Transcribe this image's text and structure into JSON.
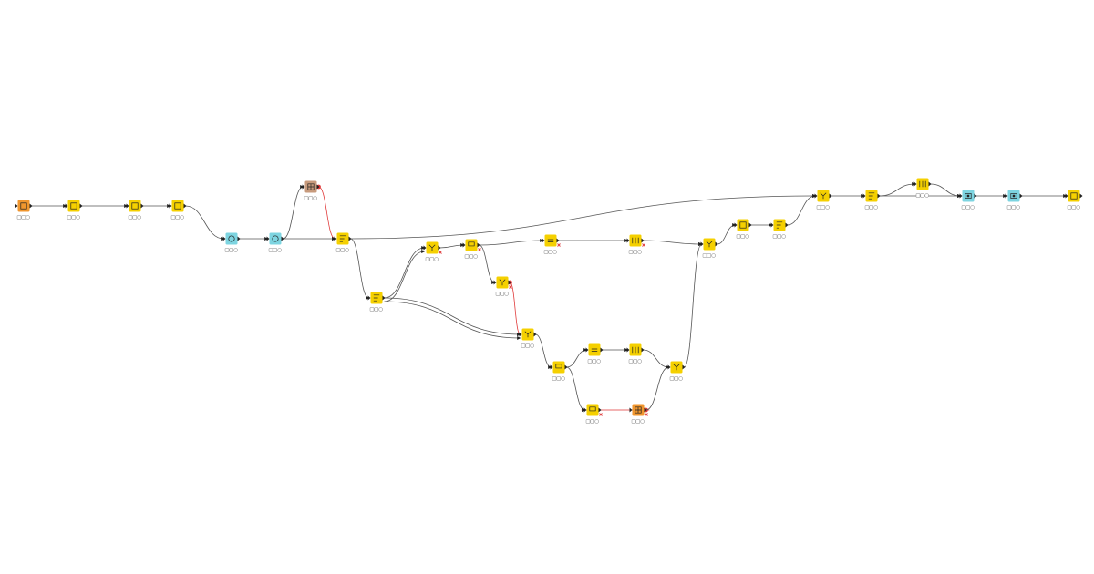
{
  "colors": {
    "manipulator": "#f5d000",
    "source": "#f0962e",
    "learner": "#7dd4e0",
    "visualizer": "#c79a7c",
    "edge": "#555555",
    "edge_inactive": "#e03a3a",
    "status_ok": "#35a36b",
    "status_idle": "#ffffff"
  },
  "nodes": [
    {
      "id": "n1",
      "kind": "source",
      "icon": "file-reader-icon",
      "status": "ok"
    },
    {
      "id": "n2",
      "kind": "manipulator",
      "icon": "column-filter-icon",
      "status": "ok"
    },
    {
      "id": "n3",
      "kind": "manipulator",
      "icon": "column-rename-icon",
      "status": "ok"
    },
    {
      "id": "n4",
      "kind": "manipulator",
      "icon": "row-filter-icon",
      "status": "ok"
    },
    {
      "id": "n5",
      "kind": "learner",
      "icon": "normalizer-icon",
      "status": "ok"
    },
    {
      "id": "n6",
      "kind": "learner",
      "icon": "partitioning-icon",
      "status": "ok"
    },
    {
      "id": "n7",
      "kind": "visualizer",
      "icon": "table-view-icon",
      "status": "ok"
    },
    {
      "id": "n8",
      "kind": "manipulator",
      "icon": "sorter-icon",
      "status": "ok"
    },
    {
      "id": "n9",
      "kind": "manipulator",
      "icon": "splitter-icon",
      "status": "ok"
    },
    {
      "id": "n10",
      "kind": "manipulator",
      "icon": "joiner-icon",
      "status": "warn"
    },
    {
      "id": "n11",
      "kind": "manipulator",
      "icon": "group-by-icon",
      "status": "warn"
    },
    {
      "id": "n12",
      "kind": "manipulator",
      "icon": "joiner-icon",
      "status": "warn"
    },
    {
      "id": "n13",
      "kind": "manipulator",
      "icon": "math-formula-icon",
      "status": "idle"
    },
    {
      "id": "n14",
      "kind": "manipulator",
      "icon": "pivot-icon",
      "status": "idle"
    },
    {
      "id": "n15",
      "kind": "manipulator",
      "icon": "concatenate-icon",
      "status": "ok"
    },
    {
      "id": "n16",
      "kind": "manipulator",
      "icon": "joiner-icon",
      "status": "ok"
    },
    {
      "id": "n17",
      "kind": "manipulator",
      "icon": "group-by-icon",
      "status": "ok"
    },
    {
      "id": "n18",
      "kind": "manipulator",
      "icon": "math-formula-icon",
      "status": "ok"
    },
    {
      "id": "n19",
      "kind": "manipulator",
      "icon": "pivot-icon",
      "status": "ok"
    },
    {
      "id": "n20",
      "kind": "manipulator",
      "icon": "concatenate-icon",
      "status": "ok"
    },
    {
      "id": "n21",
      "kind": "manipulator",
      "icon": "group-by-icon",
      "status": "idle"
    },
    {
      "id": "n22",
      "kind": "source",
      "icon": "table-creator-icon",
      "status": "idle"
    },
    {
      "id": "n23",
      "kind": "manipulator",
      "icon": "row-filter-icon",
      "status": "ok"
    },
    {
      "id": "n24",
      "kind": "manipulator",
      "icon": "column-resorter-icon",
      "status": "ok"
    },
    {
      "id": "n25",
      "kind": "manipulator",
      "icon": "joiner-icon",
      "status": "ok"
    },
    {
      "id": "n26",
      "kind": "manipulator",
      "icon": "column-splitter-icon",
      "status": "ok"
    },
    {
      "id": "n27",
      "kind": "manipulator",
      "icon": "pivot-icon",
      "status": "ok"
    },
    {
      "id": "n28",
      "kind": "learner",
      "icon": "learner-icon",
      "status": "ok"
    },
    {
      "id": "n29",
      "kind": "learner",
      "icon": "predictor-icon",
      "status": "ok"
    },
    {
      "id": "n30",
      "kind": "manipulator",
      "icon": "row-filter-icon",
      "status": "ok"
    }
  ],
  "edges": [
    {
      "from": "n1",
      "to": "n2",
      "active": true
    },
    {
      "from": "n2",
      "to": "n3",
      "active": true
    },
    {
      "from": "n3",
      "to": "n4",
      "active": true
    },
    {
      "from": "n4",
      "to": "n5",
      "active": true
    },
    {
      "from": "n5",
      "to": "n6",
      "active": true
    },
    {
      "from": "n6",
      "to": "n7",
      "active": true
    },
    {
      "from": "n6",
      "to": "n8",
      "active": true
    },
    {
      "from": "n7",
      "to": "n8",
      "active": false
    },
    {
      "from": "n8",
      "to": "n25",
      "active": true
    },
    {
      "from": "n8",
      "to": "n9",
      "active": true
    },
    {
      "from": "n9",
      "to": "n10",
      "active": true
    },
    {
      "from": "n9",
      "to": "n10",
      "active": true
    },
    {
      "from": "n9",
      "to": "n16",
      "active": true
    },
    {
      "from": "n9",
      "to": "n16",
      "active": true
    },
    {
      "from": "n10",
      "to": "n11",
      "active": true
    },
    {
      "from": "n11",
      "to": "n12",
      "active": true
    },
    {
      "from": "n11",
      "to": "n13",
      "active": true
    },
    {
      "from": "n12",
      "to": "n16",
      "active": false
    },
    {
      "from": "n13",
      "to": "n14",
      "active": true
    },
    {
      "from": "n14",
      "to": "n15",
      "active": true
    },
    {
      "from": "n16",
      "to": "n17",
      "active": true
    },
    {
      "from": "n17",
      "to": "n18",
      "active": true
    },
    {
      "from": "n18",
      "to": "n19",
      "active": true
    },
    {
      "from": "n19",
      "to": "n20",
      "active": true
    },
    {
      "from": "n17",
      "to": "n21",
      "active": true
    },
    {
      "from": "n22",
      "to": "n21",
      "active": false
    },
    {
      "from": "n22",
      "to": "n20",
      "active": true
    },
    {
      "from": "n20",
      "to": "n15",
      "active": true
    },
    {
      "from": "n15",
      "to": "n23",
      "active": true
    },
    {
      "from": "n23",
      "to": "n24",
      "active": true
    },
    {
      "from": "n24",
      "to": "n25",
      "active": true
    },
    {
      "from": "n25",
      "to": "n26",
      "active": true
    },
    {
      "from": "n26",
      "to": "n27",
      "active": true
    },
    {
      "from": "n26",
      "to": "n28",
      "active": true
    },
    {
      "from": "n27",
      "to": "n28",
      "active": true
    },
    {
      "from": "n28",
      "to": "n29",
      "active": true
    },
    {
      "from": "n29",
      "to": "n30",
      "active": true
    }
  ]
}
